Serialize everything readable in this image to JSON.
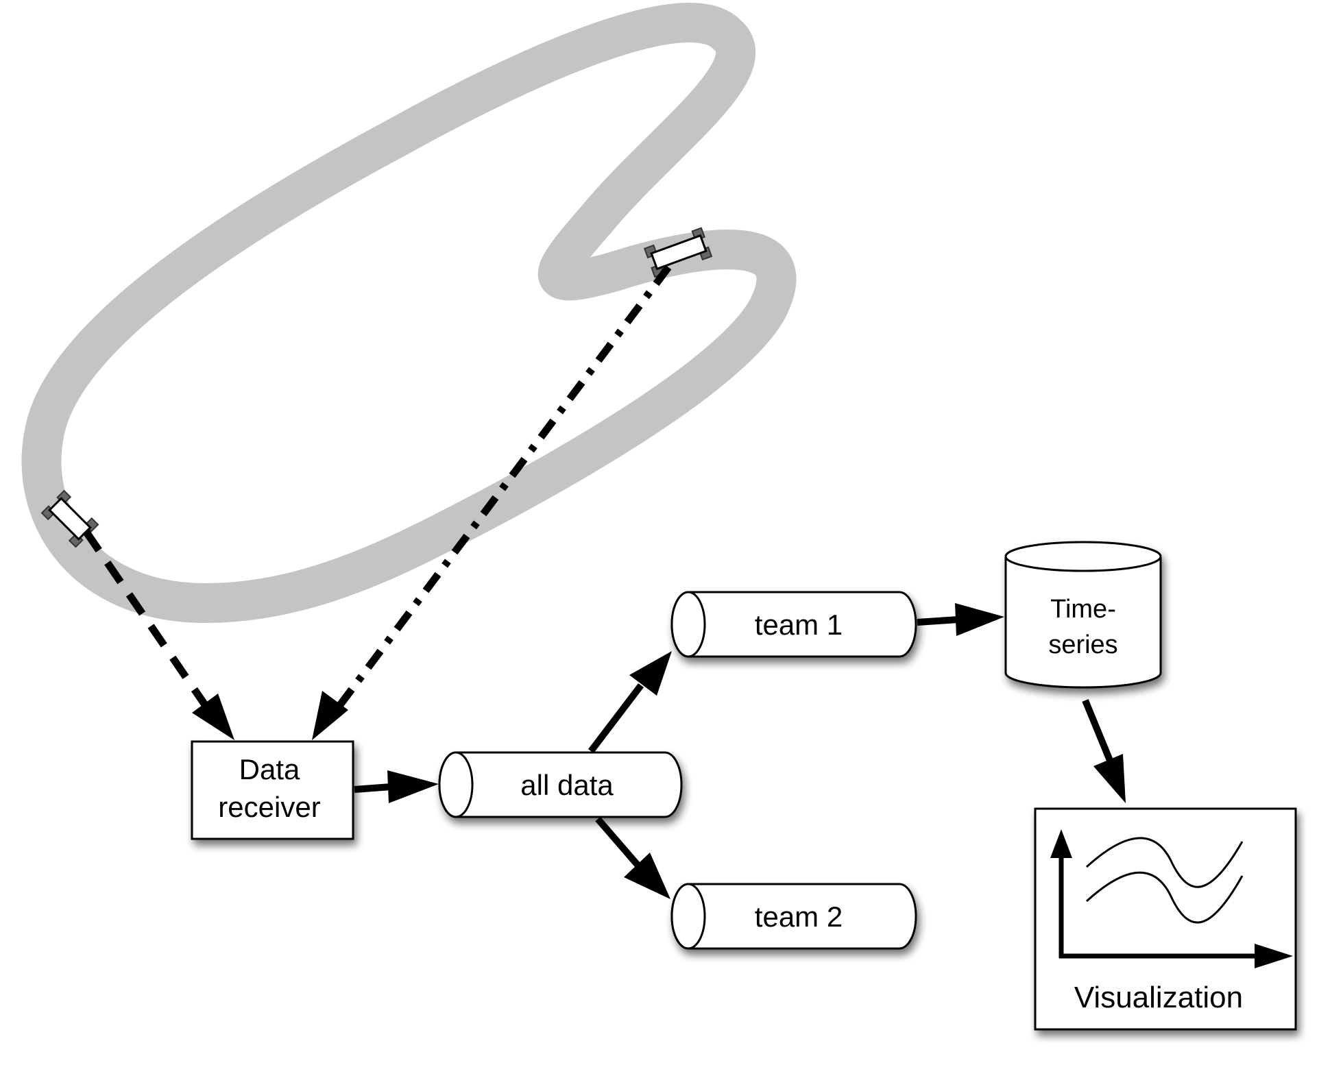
{
  "nodes": {
    "data_receiver": {
      "line1": "Data",
      "line2": "receiver"
    },
    "all_data": {
      "label": "all data"
    },
    "team1": {
      "label": "team 1"
    },
    "team2": {
      "label": "team 2"
    },
    "timeseries": {
      "line1": "Time-",
      "line2": "series"
    },
    "visualization": {
      "label": "Visualization"
    }
  },
  "colors": {
    "track": "#c4c4c4",
    "shadow": "#9a9a9a",
    "ink": "#000000",
    "wheel": "#666666"
  }
}
